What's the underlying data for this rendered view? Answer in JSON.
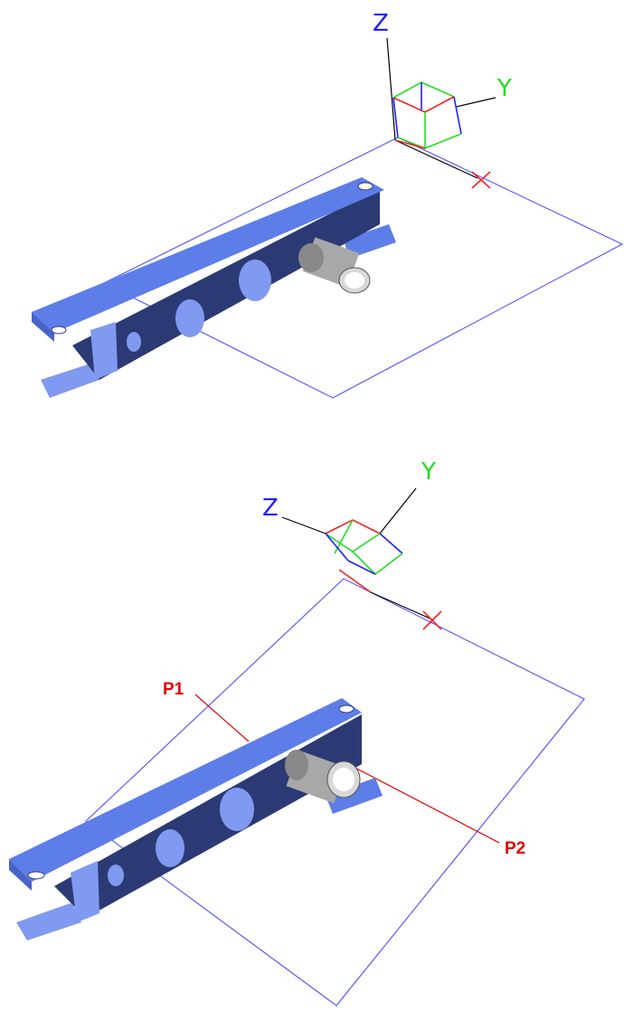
{
  "colors": {
    "background": "#ffffff",
    "plane": "#5b5bff",
    "part_top": "#5d7de8",
    "part_side": "#2b3a75",
    "part_end": "#7f9af0",
    "axis_x": "#ff2020",
    "axis_y": "#20e020",
    "axis_z": "#2020ff",
    "axis_line": "#000000",
    "pin": "#a8a8a8",
    "line_p": "#e00000"
  },
  "views": [
    {
      "name": "top-view",
      "axes": {
        "x_label": "X",
        "y_label": "Y",
        "z_label": "Z"
      }
    },
    {
      "name": "bottom-view",
      "axes": {
        "x_label": "X",
        "y_label": "Y",
        "z_label": "Z"
      },
      "points": {
        "p1": "P1",
        "p2": "P2"
      }
    }
  ]
}
